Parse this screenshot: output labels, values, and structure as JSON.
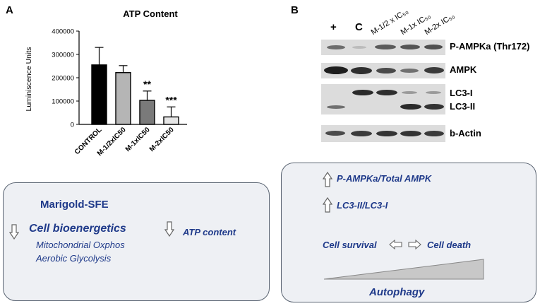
{
  "panel_a": {
    "letter": "A",
    "chart_data": {
      "type": "bar",
      "title": "ATP Content",
      "ylabel": "Luminiscence Units",
      "xlabel": "",
      "categories": [
        "CONTROL",
        "M-1/2xIC50",
        "M-1xIC50",
        "M-2xIC50"
      ],
      "values": [
        255000,
        222000,
        103000,
        32000
      ],
      "errors": [
        75000,
        30000,
        40000,
        43000
      ],
      "significance": [
        "",
        "",
        "**",
        "***"
      ],
      "bar_colors": [
        "#000000",
        "#b5b5b5",
        "#7a7a7a",
        "#e6e6e6"
      ],
      "ylim": [
        0,
        400000
      ],
      "yticks": [
        "0",
        "100000",
        "200000",
        "300000",
        "400000"
      ],
      "ytick_values": [
        0,
        100000,
        200000,
        300000,
        400000
      ]
    }
  },
  "panel_b": {
    "letter": "B",
    "lanes": [
      "+",
      "C",
      "M-1/2 x IC₅₀",
      "M-1x IC₅₀",
      "M-2x IC₅₀"
    ],
    "rows": [
      "P-AMPKa (Thr172)",
      "AMPK",
      "LC3-I",
      "LC3-II",
      "b-Actin"
    ]
  },
  "box_left": {
    "title": "Marigold-SFE",
    "item1": "Cell bioenergetics",
    "sub1": "Mitochondrial Oxphos",
    "sub2": "Aerobic Glycolysis",
    "item2": "ATP content"
  },
  "box_right": {
    "ratio1": "P-AMPKa/Total AMPK",
    "ratio2": "LC3-II/LC3-I",
    "survival": "Cell survival",
    "death": "Cell death",
    "autophagy": "Autophagy"
  }
}
